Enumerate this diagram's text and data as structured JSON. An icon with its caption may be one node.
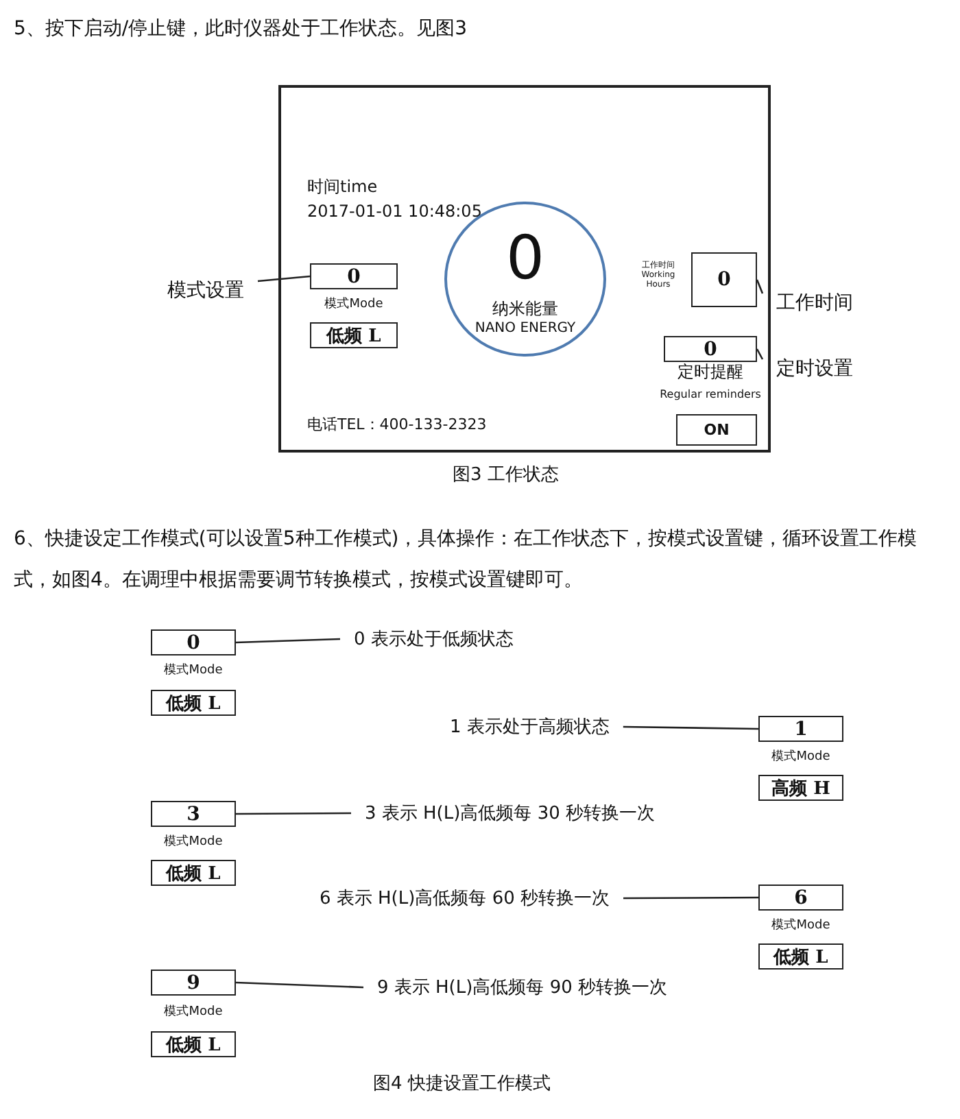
{
  "diagram": {
    "nodes": [
      {
        "text": [
          "时间time",
          "2017-01-01 10:48:05",
          "电话TEL：400-133-2323"
        ]
      },
      {
        "text": [
          "0"
        ],
        "in": 0,
        "beside": [
          "模式Mode"
        ]
      },
      {
        "text": [
          "低频 L"
        ],
        "in": 0
      },
      {
        "text": [
          "0",
          "纳米能量",
          "NANO ENERGY"
        ],
        "in": 0
      },
      {
        "text": [
          "0"
        ],
        "in": 0,
        "beside": [
          "工作时间 Working Hours"
        ]
      },
      {
        "text": [
          "0"
        ],
        "in": 0,
        "beside": [
          "定时提醒",
          "Regular reminders"
        ]
      },
      {
        "text": [
          "ON"
        ],
        "in": 0
      },
      {
        "text": [
          "模式设置"
        ]
      },
      {
        "text": [
          "工作时间"
        ]
      },
      {
        "text": [
          "定时设置"
        ]
      },
      {
        "text": [
          "0"
        ],
        "beside": [
          "模式Mode"
        ]
      },
      {
        "text": [
          "低频 L"
        ]
      },
      {
        "text": [
          "0 表示处于低频状态"
        ]
      },
      {
        "text": [
          "1"
        ],
        "beside": [
          "模式Mode"
        ]
      },
      {
        "text": [
          "高频 H"
        ]
      },
      {
        "text": [
          "1 表示处于高频状态"
        ]
      },
      {
        "text": [
          "3"
        ],
        "beside": [
          "模式Mode"
        ]
      },
      {
        "text": [
          "低频 L"
        ]
      },
      {
        "text": [
          "3 表示 H(L)高低频每 30 秒转换一次"
        ]
      },
      {
        "text": [
          "6"
        ],
        "beside": [
          "模式Mode"
        ]
      },
      {
        "text": [
          "低频 L"
        ]
      },
      {
        "text": [
          "6 表示 H(L)高低频每 60 秒转换一次"
        ]
      },
      {
        "text": [
          "9"
        ],
        "beside": [
          "模式Mode"
        ]
      },
      {
        "text": [
          "低频 L"
        ]
      },
      {
        "text": [
          "9 表示 H(L)高低频每 90 秒转换一次"
        ]
      }
    ],
    "edges": [
      {
        "from": 7,
        "to": 1,
        "arrow": "none"
      },
      {
        "from": 8,
        "to": 4,
        "arrow": "none"
      },
      {
        "from": 9,
        "to": 5,
        "arrow": "none"
      },
      {
        "from": 12,
        "to": 10,
        "arrow": "none"
      },
      {
        "from": 15,
        "to": 13,
        "arrow": "none"
      },
      {
        "from": 18,
        "to": 16,
        "arrow": "none"
      },
      {
        "from": 21,
        "to": 19,
        "arrow": "none"
      },
      {
        "from": 24,
        "to": 22,
        "arrow": "none"
      }
    ],
    "labels": [
      "5、按下启动/停止键，此时仪器处于工作状态。见图3",
      "图3 工作状态",
      "6、快捷设定工作模式(可以设置5种工作模式)，具体操作：在工作状态下，按模式设置键，循环设置工作模式，如图4。在调理中根据需要调节转换模式，按模式设置键即可。",
      "图4 快捷设置工作模式"
    ]
  }
}
